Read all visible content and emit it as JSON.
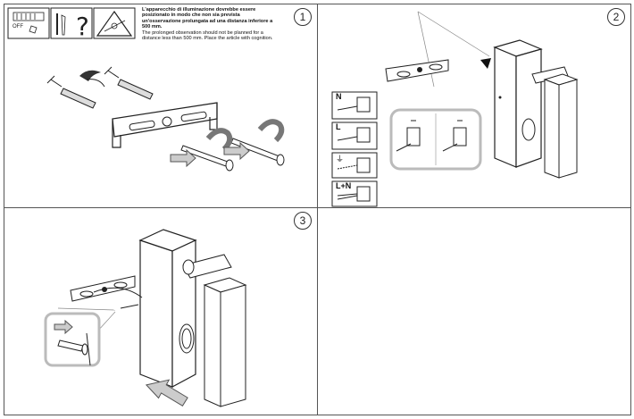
{
  "steps": [
    "1",
    "2",
    "3"
  ],
  "warning": {
    "it": "L'apparecchio di illuminazione dovrebbe essere posizionato in modo che non sia prevista un'osservazione prolungata ad una distanza inferiore a 500 mm.",
    "en": "The prolonged observation should not be planned for a distance less than 500 mm. Place the article with cognition."
  },
  "switch_label": "OFF",
  "question_mark": "?",
  "terminals": [
    "N",
    "L",
    "L+N"
  ],
  "earth_symbol": "⏚"
}
